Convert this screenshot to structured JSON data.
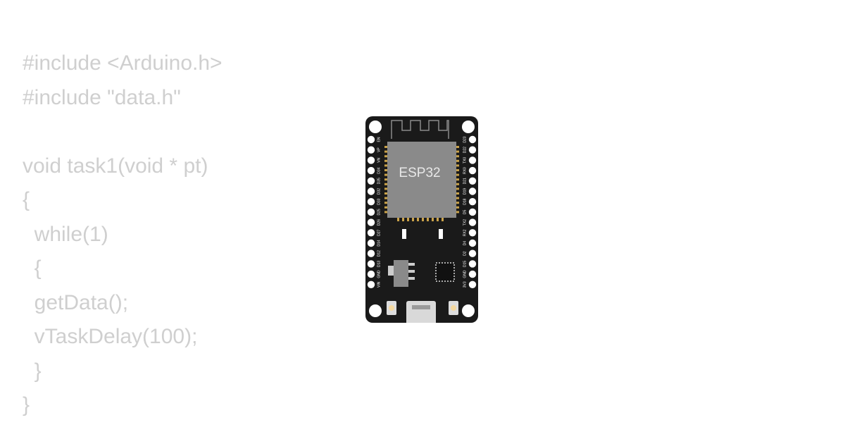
{
  "code": {
    "lines": [
      "#include <Arduino.h>",
      "#include \"data.h\"",
      "",
      "void task1(void * pt)",
      "{",
      "  while(1)",
      "  {",
      "  getData();",
      "  vTaskDelay(100);",
      "  }",
      "}"
    ]
  },
  "board": {
    "chip_label": "ESP32",
    "left_pins": [
      "EN",
      "VP",
      "VN",
      "D34",
      "D35",
      "D32",
      "D33",
      "D25",
      "D26",
      "D27",
      "D14",
      "D12",
      "D13",
      "GND",
      "VIN"
    ],
    "right_pins": [
      "D23",
      "D22",
      "TX0",
      "RX0",
      "D21",
      "D19",
      "D18",
      "D5",
      "TX2",
      "RX2",
      "D4",
      "D2",
      "D15",
      "GND",
      "3V3"
    ],
    "colors": {
      "pcb": "#1a1a1a",
      "chip": "#8a8a8a",
      "pin_pad": "#ffffff",
      "chip_pin": "#c9a24a",
      "code_text": "#cfcfcf"
    },
    "icons": [
      "esp32-board-icon",
      "usb-port-icon",
      "reset-button-icon",
      "boot-button-icon",
      "antenna-icon"
    ]
  }
}
